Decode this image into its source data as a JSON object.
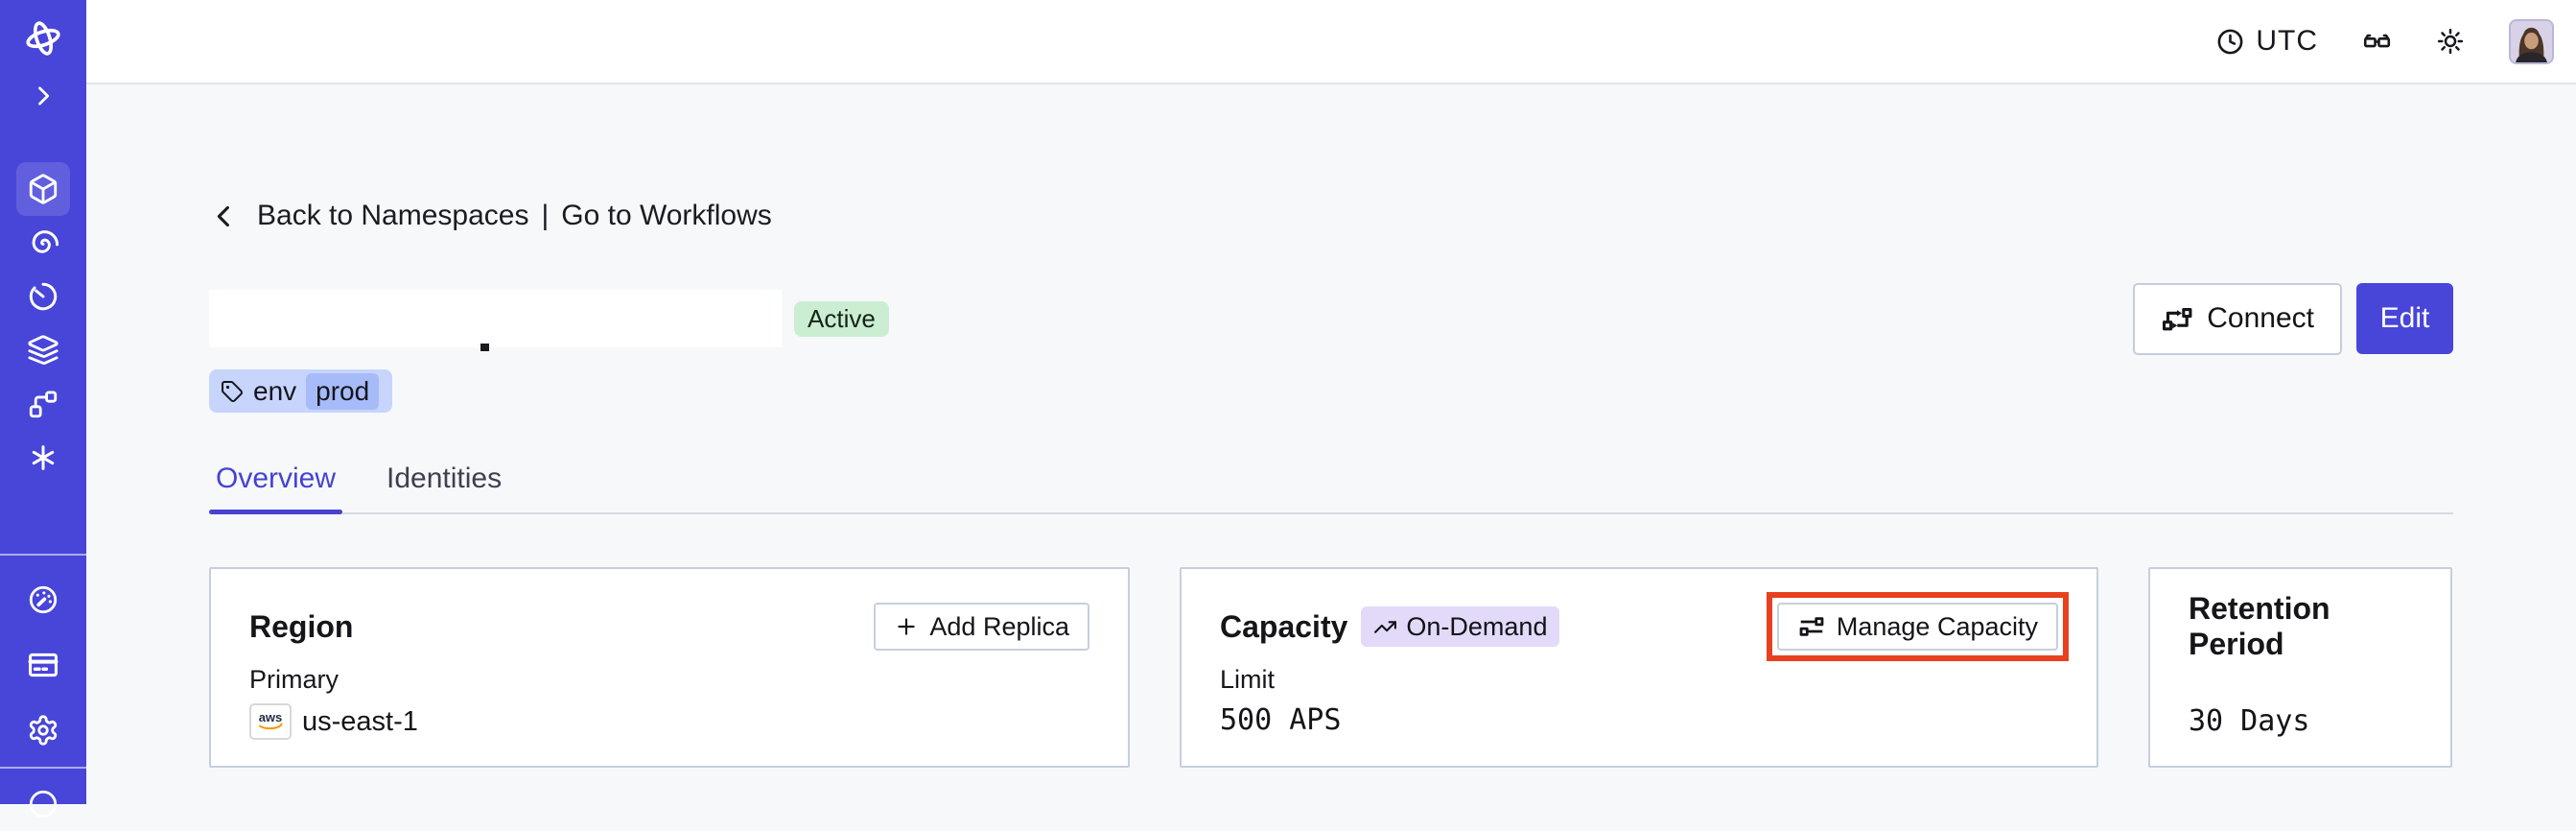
{
  "topbar": {
    "timezone": "UTC",
    "icons": {
      "clock": "clock-icon",
      "glasses": "glasses-icon",
      "theme": "sun-icon",
      "avatar": "user-avatar"
    }
  },
  "sidebar": {
    "accent_color": "#4845d9",
    "top_items": [
      "temporal-logo",
      "chevron-right-icon",
      "cube-icon (active)",
      "spiral-icon",
      "timer-icon",
      "layers-icon",
      "workflow-icon",
      "asterisk-icon"
    ],
    "bottom_items": [
      "gauge-icon",
      "billing-card-icon",
      "gear-icon",
      "circle-icon (cut off)"
    ]
  },
  "breadcrumb": {
    "back": "Back to Namespaces",
    "separator": "|",
    "forward": "Go to Workflows"
  },
  "namespace": {
    "status": "Active",
    "tag_key": "env",
    "tag_value": "prod"
  },
  "actions": {
    "connect": "Connect",
    "edit": "Edit"
  },
  "tabs": [
    {
      "label": "Overview",
      "active": true
    },
    {
      "label": "Identities",
      "active": false
    }
  ],
  "cards": {
    "region": {
      "title": "Region",
      "button": "Add Replica",
      "label": "Primary",
      "provider": "aws",
      "value": "us-east-1"
    },
    "capacity": {
      "title": "Capacity",
      "badge": "On-Demand",
      "button": "Manage Capacity",
      "label": "Limit",
      "value": "500 APS",
      "highlight_color": "#e8401f"
    },
    "retention": {
      "title": "Retention Period",
      "value": "30 Days"
    }
  },
  "colors": {
    "sidebar": "#4845d9",
    "accent": "#4542d4",
    "annotation_red": "#e8401f",
    "active_badge_bg": "#cbeed2",
    "tag_bg": "#c7d5fc",
    "tag_chip_bg": "#a6bbf8",
    "ondemand_bg": "#e3dafa",
    "page_bg": "#f7f8fa"
  }
}
